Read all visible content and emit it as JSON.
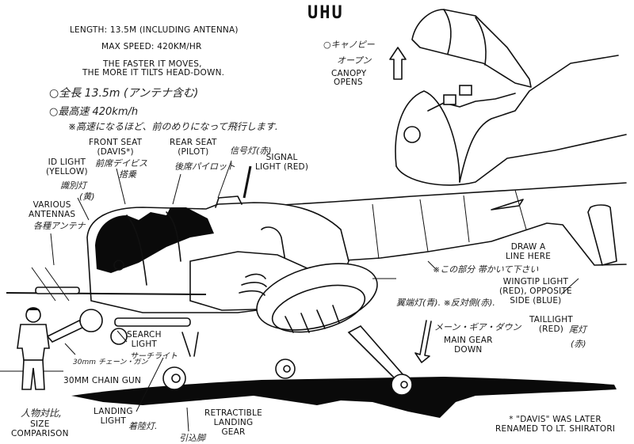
{
  "title": "UHU",
  "specs": {
    "length": "LENGTH: 13.5M (INCLUDING ANTENNA)",
    "speed": "MAX SPEED: 420KM/HR",
    "tilt_line1": "THE FASTER IT MOVES,",
    "tilt_line2": "THE MORE IT TILTS HEAD-DOWN.",
    "jp_length": "○全長 13.5m (アンテナ含む)",
    "jp_speed": "○最高速 420km/h",
    "jp_tilt": "※高速になるほど、前のめりになって飛行します."
  },
  "canopy": {
    "jp_line1": "○キャノピー",
    "jp_line2": "オープン",
    "en_line1": "CANOPY",
    "en_line2": "OPENS"
  },
  "labels": {
    "front_seat": {
      "en1": "FRONT SEAT",
      "en2": "(DAVIS*)",
      "jp1": "前席デイビス",
      "jp2": "搭乗"
    },
    "rear_seat": {
      "en1": "REAR SEAT",
      "en2": "(PILOT)",
      "jp": "後席パイロット"
    },
    "signal_light": {
      "jp": "信号灯(赤)",
      "en1": "SIGNAL",
      "en2": "LIGHT (RED)"
    },
    "id_light": {
      "en1": "ID LIGHT",
      "en2": "(YELLOW)",
      "jp1": "識別灯",
      "jp2": "(黄)"
    },
    "antennas": {
      "en1": "VARIOUS",
      "en2": "ANTENNAS",
      "jp": "各種アンテナ"
    },
    "draw_line": {
      "en1": "DRAW A",
      "en2": "LINE HERE",
      "jp": "※この部分 帯かいて下さい"
    },
    "wingtip": {
      "jp": "翼端灯(青). ※反対側(赤).",
      "en1": "WINGTIP LIGHT",
      "en2": "(RED), OPPOSITE",
      "en3": "SIDE (BLUE)"
    },
    "main_gear": {
      "jp": "メーン・ギア・ダウン",
      "en1": "MAIN GEAR",
      "en2": "DOWN"
    },
    "taillight": {
      "en1": "TAILLIGHT",
      "en2": "(RED)",
      "jp1": "尾灯",
      "jp2": "(赤)"
    },
    "search_light": {
      "en1": "SEARCH",
      "en2": "LIGHT",
      "jp": "サーチライト"
    },
    "chain_gun": {
      "jp": "30mm チェーン・ガン",
      "en": "30MM CHAIN GUN"
    },
    "size": {
      "jp": "人物対比,",
      "en1": "SIZE",
      "en2": "COMPARISON"
    },
    "landing_light": {
      "en1": "LANDING",
      "en2": "LIGHT",
      "jp": "着陸灯."
    },
    "retract_gear": {
      "jp": "引込脚",
      "en1": "RETRACTIBLE",
      "en2": "LANDING",
      "en3": "GEAR"
    }
  },
  "footnote": {
    "line1": "* \"DAVIS\" WAS LATER",
    "line2": "RENAMED TO LT. SHIRATORI"
  }
}
